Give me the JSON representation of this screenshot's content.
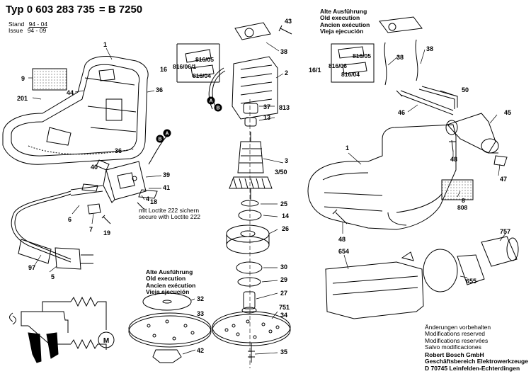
{
  "header": {
    "typ_label": "Typ",
    "part_number": "0 603 283 735",
    "model": "= B 7250",
    "stand_label": "Stand",
    "stand_value": "94 - 04",
    "issue_label": "Issue",
    "issue_value": "94 - 09"
  },
  "variant_labels": {
    "top_right": [
      "Alte Ausführung",
      "Old execution",
      "Ancien exécution",
      "Vieja ejecución"
    ],
    "bottom_middle": [
      "Alte Ausführung",
      "Old execution",
      "Ancien exécution",
      "Vieja ejecución"
    ]
  },
  "loctite_note": [
    "mit Loctite 222 sichern",
    "secure with Loctite 222"
  ],
  "notice": [
    "Änderungen vorbehalten",
    "Modifications reserved",
    "Modifications reservées",
    "Salvo modificaciones"
  ],
  "company": [
    "Robert Bosch GmbH",
    "Geschäftsbereich Elektrowerkzeuge",
    "D 70745 Leinfelden-Echterdingen"
  ],
  "callouts": {
    "c1": "1",
    "c9": "9",
    "c201": "201",
    "c44": "44",
    "c36a": "36",
    "cB1": "B",
    "cA1": "A",
    "c18": "18",
    "c36b": "36",
    "c40": "40",
    "c39": "39",
    "c41": "41",
    "c4": "4",
    "c6": "6",
    "c7": "7",
    "c19": "19",
    "c97": "97",
    "c5": "5",
    "c43": "43",
    "c38a": "38",
    "c16": "16",
    "c816_05a": "816/05",
    "c816_06_1a": "816/06/1",
    "c816_04a": "816/04",
    "c2": "2",
    "cA2": "A",
    "cB2": "B",
    "c37": "37",
    "c813": "813",
    "c13": "13",
    "c3": "3",
    "c3_50": "3/50",
    "c25": "25",
    "c14": "14",
    "c26": "26",
    "c30": "30",
    "c29": "29",
    "c27": "27",
    "c751": "751",
    "c34": "34",
    "c35": "35",
    "c32": "32",
    "c33": "33",
    "c42": "42",
    "c16_1": "16/1",
    "c816_05b": "816/05",
    "c816_06b": "816/06",
    "c816_04b": "816/04",
    "c38b": "38",
    "c38c": "38",
    "c50": "50",
    "c46": "46",
    "c45": "45",
    "c48a": "48",
    "c47": "47",
    "c1b": "1",
    "c8_808": [
      "8",
      "808"
    ],
    "c48b": "48",
    "c757": "757",
    "c654": "654",
    "c655": "655",
    "cM": "M"
  }
}
